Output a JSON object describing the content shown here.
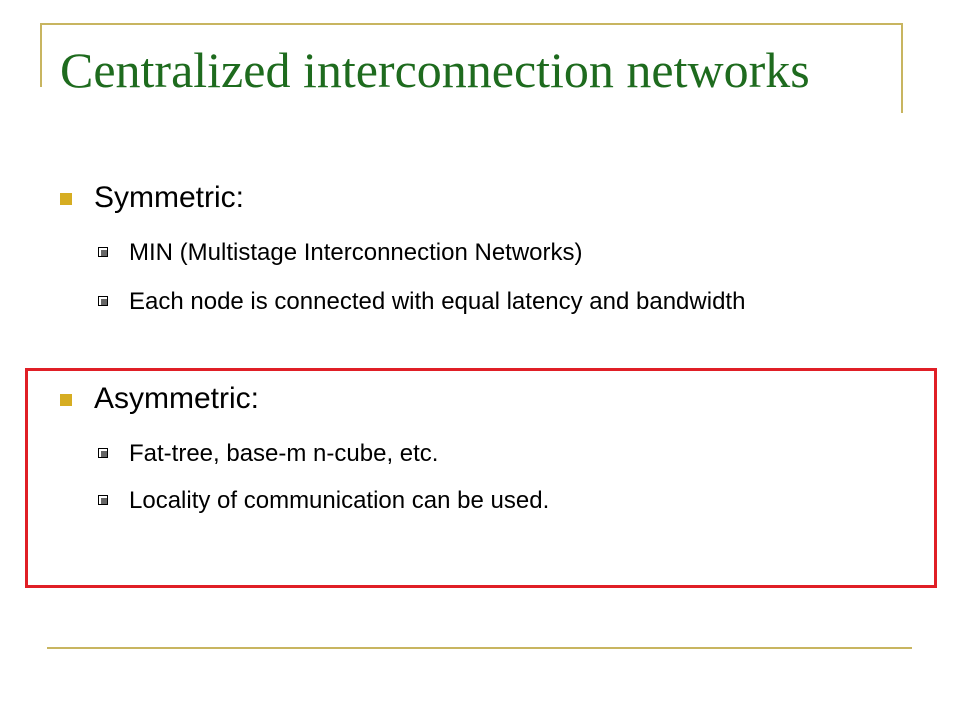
{
  "slide": {
    "title": "Centralized interconnection networks",
    "sections": [
      {
        "heading": "Symmetric:",
        "items": [
          "MIN (Multistage Interconnection Networks)",
          "Each node is connected with equal latency and bandwidth"
        ]
      },
      {
        "heading": "Asymmetric:",
        "items": [
          "Fat-tree, base-m n-cube, etc.",
          "Locality of communication can be used."
        ]
      }
    ]
  },
  "colors": {
    "title": "#1e6b1e",
    "rule": "#c8b560",
    "bullet": "#d6ad22",
    "highlight_border": "#e01f26"
  },
  "icons": {
    "level1_bullet": "square-bullet-icon",
    "level2_bullet": "hollow-square-bullet-icon"
  }
}
